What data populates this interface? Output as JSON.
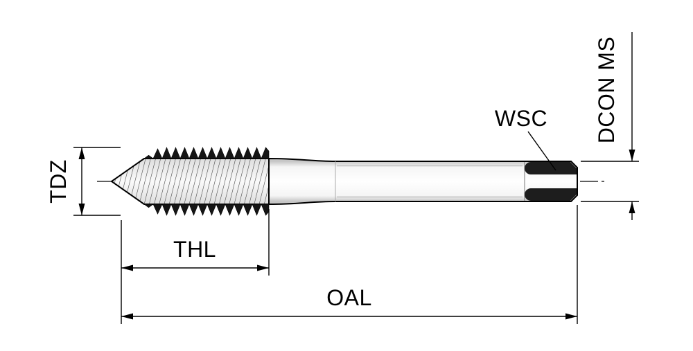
{
  "drawing": {
    "type": "technical-dimension-drawing",
    "subject": "machine tap side view with dimension callouts",
    "labels": {
      "tdz": "TDZ",
      "thl": "THL",
      "oal": "OAL",
      "wsc": "WSC",
      "dcon_ms": "DCON MS"
    },
    "colors": {
      "line": "#000000",
      "background": "#ffffff",
      "dark_fill": "#1d1d1d",
      "hatch_line": "#3c3c3c",
      "shade_line": "#c3c3c3"
    }
  }
}
